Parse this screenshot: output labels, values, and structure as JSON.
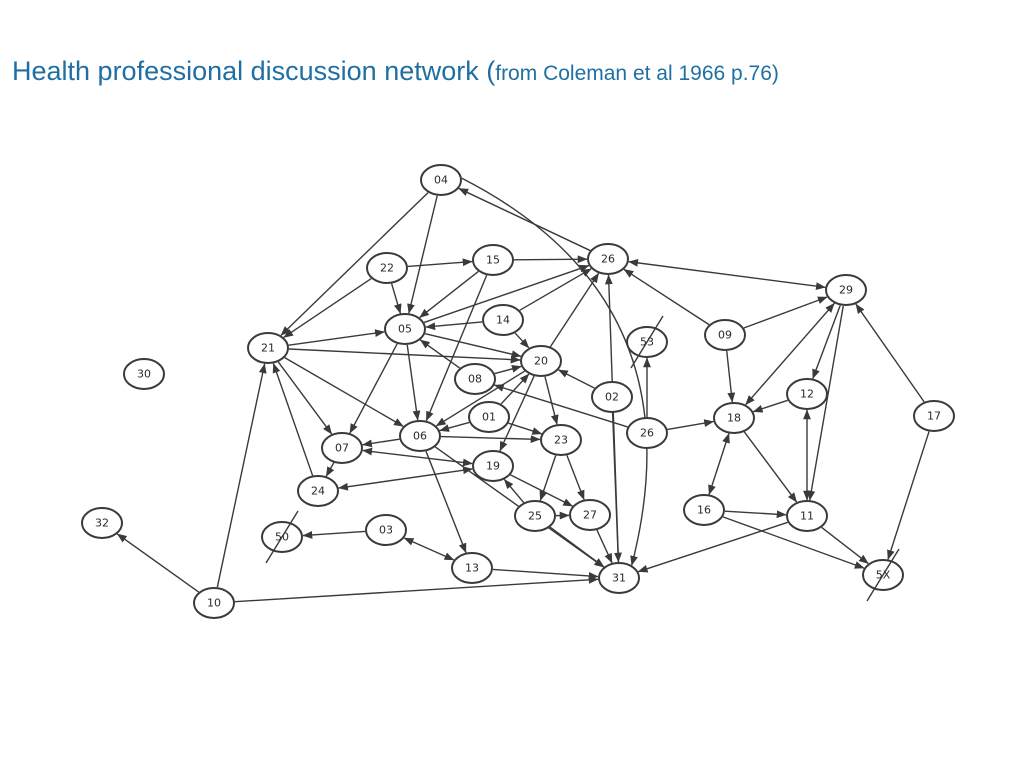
{
  "title": {
    "main": "Health professional discussion network (",
    "citation": "from Coleman et al 1966 p.76)"
  },
  "network": {
    "nodes": [
      {
        "id": "04",
        "label": "04"
      },
      {
        "id": "22",
        "label": "22"
      },
      {
        "id": "15",
        "label": "15"
      },
      {
        "id": "26a",
        "label": "26"
      },
      {
        "id": "29",
        "label": "29"
      },
      {
        "id": "14",
        "label": "14"
      },
      {
        "id": "05",
        "label": "05"
      },
      {
        "id": "21",
        "label": "21"
      },
      {
        "id": "53",
        "label": "53",
        "crossed": true
      },
      {
        "id": "09",
        "label": "09"
      },
      {
        "id": "30",
        "label": "30"
      },
      {
        "id": "20",
        "label": "20"
      },
      {
        "id": "08",
        "label": "08"
      },
      {
        "id": "02",
        "label": "02"
      },
      {
        "id": "12",
        "label": "12"
      },
      {
        "id": "01",
        "label": "01"
      },
      {
        "id": "18",
        "label": "18"
      },
      {
        "id": "17",
        "label": "17"
      },
      {
        "id": "26b",
        "label": "26"
      },
      {
        "id": "06",
        "label": "06"
      },
      {
        "id": "23",
        "label": "23"
      },
      {
        "id": "07",
        "label": "07"
      },
      {
        "id": "19",
        "label": "19"
      },
      {
        "id": "24",
        "label": "24"
      },
      {
        "id": "16",
        "label": "16"
      },
      {
        "id": "11",
        "label": "11"
      },
      {
        "id": "25",
        "label": "25"
      },
      {
        "id": "27",
        "label": "27"
      },
      {
        "id": "32",
        "label": "32"
      },
      {
        "id": "50",
        "label": "50",
        "crossed": true
      },
      {
        "id": "03",
        "label": "03"
      },
      {
        "id": "13",
        "label": "13"
      },
      {
        "id": "31",
        "label": "31"
      },
      {
        "id": "5X",
        "label": "5X",
        "crossed": true
      },
      {
        "id": "10",
        "label": "10"
      }
    ],
    "edges": [
      {
        "from": "04",
        "to": "21",
        "arrow": "to"
      },
      {
        "from": "04",
        "to": "05",
        "arrow": "to"
      },
      {
        "from": "26a",
        "to": "04",
        "arrow": "to"
      },
      {
        "from": "22",
        "to": "15",
        "arrow": "to"
      },
      {
        "from": "22",
        "to": "05",
        "arrow": "to"
      },
      {
        "from": "22",
        "to": "21",
        "arrow": "to"
      },
      {
        "from": "15",
        "to": "26a",
        "arrow": "to"
      },
      {
        "from": "15",
        "to": "05",
        "arrow": "to"
      },
      {
        "from": "15",
        "to": "06",
        "arrow": "to"
      },
      {
        "from": "29",
        "to": "26a",
        "arrow": "both"
      },
      {
        "from": "14",
        "to": "05",
        "arrow": "to"
      },
      {
        "from": "14",
        "to": "20",
        "arrow": "to"
      },
      {
        "from": "14",
        "to": "26a",
        "arrow": "to"
      },
      {
        "from": "05",
        "to": "26a",
        "arrow": "to"
      },
      {
        "from": "05",
        "to": "20",
        "arrow": "to"
      },
      {
        "from": "05",
        "to": "06",
        "arrow": "to"
      },
      {
        "from": "05",
        "to": "07",
        "arrow": "to"
      },
      {
        "from": "21",
        "to": "05",
        "arrow": "to"
      },
      {
        "from": "21",
        "to": "20",
        "arrow": "to"
      },
      {
        "from": "21",
        "to": "07",
        "arrow": "to"
      },
      {
        "from": "21",
        "to": "06",
        "arrow": "to"
      },
      {
        "from": "24",
        "to": "21",
        "arrow": "to"
      },
      {
        "from": "10",
        "to": "21",
        "arrow": "to"
      },
      {
        "from": "10",
        "to": "32",
        "arrow": "to"
      },
      {
        "from": "10",
        "to": "31",
        "arrow": "to"
      },
      {
        "from": "08",
        "to": "05",
        "arrow": "to"
      },
      {
        "from": "08",
        "to": "20",
        "arrow": "to"
      },
      {
        "from": "20",
        "to": "26a",
        "arrow": "to"
      },
      {
        "from": "20",
        "to": "23",
        "arrow": "to"
      },
      {
        "from": "20",
        "to": "06",
        "arrow": "to"
      },
      {
        "from": "20",
        "to": "19",
        "arrow": "to"
      },
      {
        "from": "02",
        "to": "20",
        "arrow": "to"
      },
      {
        "from": "02",
        "to": "31",
        "arrow": "to"
      },
      {
        "from": "31",
        "to": "26a",
        "arrow": "to"
      },
      {
        "from": "09",
        "to": "26a",
        "arrow": "to"
      },
      {
        "from": "09",
        "to": "29",
        "arrow": "to"
      },
      {
        "from": "09",
        "to": "18",
        "arrow": "to"
      },
      {
        "from": "26b",
        "to": "53",
        "arrow": "to"
      },
      {
        "from": "26b",
        "to": "18",
        "arrow": "to"
      },
      {
        "from": "26b",
        "to": "08",
        "arrow": "to"
      },
      {
        "from": "29",
        "to": "18",
        "arrow": "both"
      },
      {
        "from": "29",
        "to": "12",
        "arrow": "to"
      },
      {
        "from": "29",
        "to": "11",
        "arrow": "to"
      },
      {
        "from": "17",
        "to": "29",
        "arrow": "to"
      },
      {
        "from": "17",
        "to": "5X",
        "arrow": "to"
      },
      {
        "from": "12",
        "to": "18",
        "arrow": "to"
      },
      {
        "from": "12",
        "to": "11",
        "arrow": "both"
      },
      {
        "from": "18",
        "to": "11",
        "arrow": "to"
      },
      {
        "from": "18",
        "to": "16",
        "arrow": "both"
      },
      {
        "from": "16",
        "to": "11",
        "arrow": "to"
      },
      {
        "from": "16",
        "to": "5X",
        "arrow": "to"
      },
      {
        "from": "11",
        "to": "31",
        "arrow": "to"
      },
      {
        "from": "11",
        "to": "5X",
        "arrow": "to"
      },
      {
        "from": "01",
        "to": "06",
        "arrow": "to"
      },
      {
        "from": "01",
        "to": "23",
        "arrow": "to"
      },
      {
        "from": "01",
        "to": "20",
        "arrow": "to"
      },
      {
        "from": "06",
        "to": "07",
        "arrow": "to"
      },
      {
        "from": "06",
        "to": "23",
        "arrow": "to"
      },
      {
        "from": "06",
        "to": "13",
        "arrow": "to"
      },
      {
        "from": "06",
        "to": "31",
        "arrow": "to"
      },
      {
        "from": "07",
        "to": "19",
        "arrow": "both"
      },
      {
        "from": "07",
        "to": "24",
        "arrow": "to"
      },
      {
        "from": "19",
        "to": "24",
        "arrow": "both"
      },
      {
        "from": "19",
        "to": "27",
        "arrow": "to"
      },
      {
        "from": "23",
        "to": "25",
        "arrow": "to"
      },
      {
        "from": "23",
        "to": "27",
        "arrow": "to"
      },
      {
        "from": "25",
        "to": "27",
        "arrow": "to"
      },
      {
        "from": "25",
        "to": "19",
        "arrow": "to"
      },
      {
        "from": "25",
        "to": "31",
        "arrow": "to"
      },
      {
        "from": "27",
        "to": "31",
        "arrow": "to"
      },
      {
        "from": "03",
        "to": "50",
        "arrow": "to"
      },
      {
        "from": "03",
        "to": "13",
        "arrow": "both"
      },
      {
        "from": "13",
        "to": "31",
        "arrow": "to"
      },
      {
        "from": "04",
        "to": "31",
        "arrow": "to",
        "curved": true
      }
    ]
  }
}
